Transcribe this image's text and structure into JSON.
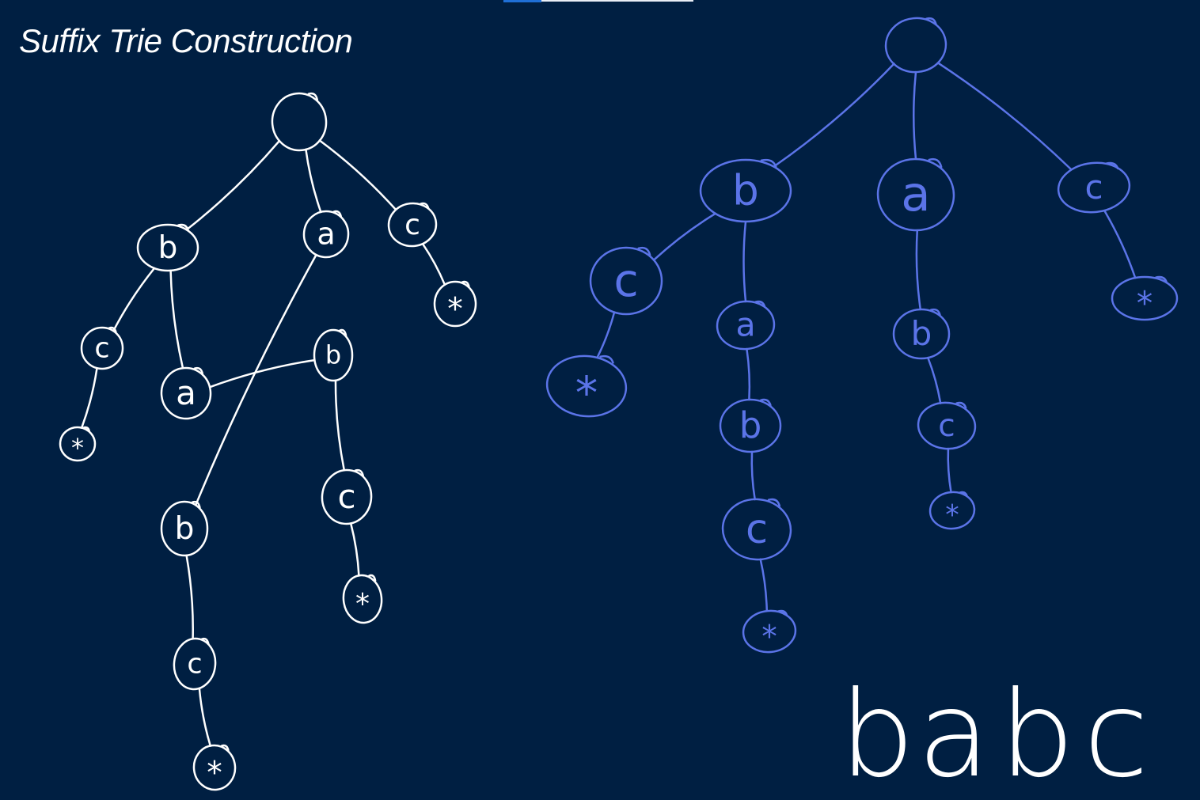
{
  "title": "Suffix Trie Construction",
  "colors": {
    "background": "#001f42",
    "left_trie": "#ffffff",
    "right_trie": "#5b74e8",
    "handwritten_word": "#ffffff"
  },
  "left_trie": {
    "labels": [
      "",
      "b",
      "a",
      "c",
      "c",
      "*",
      "a",
      "b",
      "c",
      "*",
      "b",
      "c",
      "*",
      "*"
    ]
  },
  "right_trie": {
    "labels": [
      "",
      "b",
      "a",
      "c",
      "c",
      "*",
      "a",
      "b",
      "c",
      "*",
      "b",
      "c",
      "*",
      "*"
    ]
  },
  "word": {
    "letters": [
      "b",
      "a",
      "b",
      "c"
    ]
  }
}
